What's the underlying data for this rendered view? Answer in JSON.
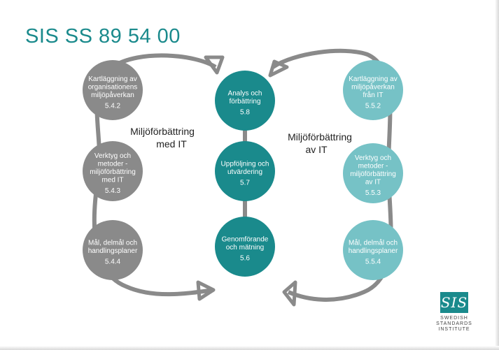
{
  "title": "SIS SS 89 54 00",
  "colors": {
    "title": "#1a8a8c",
    "grey_node": "#8a8a8a",
    "teal_node": "#1a8a8c",
    "light_teal_node": "#76c2c6",
    "arrow": "#8a8a8a"
  },
  "loops": {
    "left": {
      "line1": "Miljöförbättring",
      "line2": "med IT"
    },
    "right": {
      "line1": "Miljöförbättring",
      "line2": "av IT"
    }
  },
  "nodes": {
    "left": [
      {
        "lines": [
          "Kartläggning av",
          "organisationens",
          "miljöpåverkan"
        ],
        "code": "5.4.2"
      },
      {
        "lines": [
          "Verktyg och",
          "metoder -",
          "miljöförbättring",
          "med IT"
        ],
        "code": "5.4.3"
      },
      {
        "lines": [
          "Mål, delmål och",
          "handlingsplaner"
        ],
        "code": "5.4.4"
      }
    ],
    "center": [
      {
        "lines": [
          "Analys och",
          "förbättring"
        ],
        "code": "5.8"
      },
      {
        "lines": [
          "Uppföljning och",
          "utvärdering"
        ],
        "code": "5.7"
      },
      {
        "lines": [
          "Genomförande",
          "och mätning"
        ],
        "code": "5.6"
      }
    ],
    "right": [
      {
        "lines": [
          "Kartläggning av",
          "miljöpåverkan",
          "från IT"
        ],
        "code": "5.5.2"
      },
      {
        "lines": [
          "Verktyg och",
          "metoder -",
          "miljöförbättring",
          "av IT"
        ],
        "code": "5.5.3"
      },
      {
        "lines": [
          "Mål, delmål och",
          "handlingsplaner"
        ],
        "code": "5.5.4"
      }
    ]
  },
  "logo": {
    "mark": "SIS",
    "org_line1": "SWEDISH",
    "org_line2": "STANDARDS",
    "org_line3": "INSTITUTE"
  }
}
